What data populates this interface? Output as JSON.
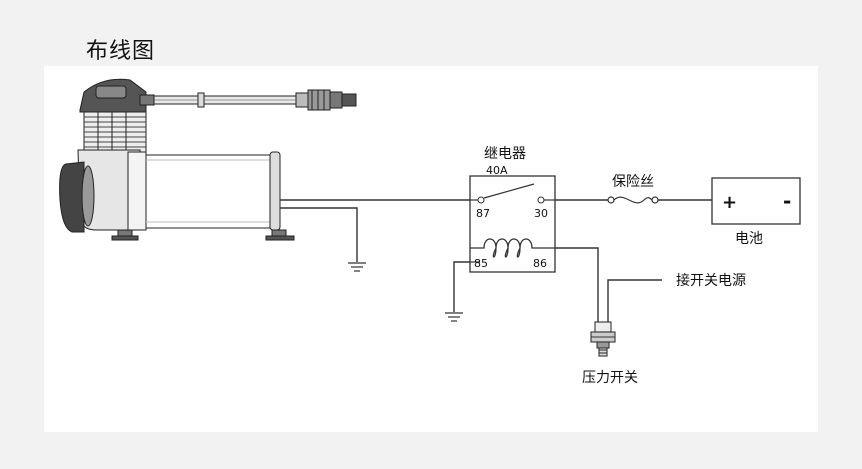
{
  "title": "布线图",
  "labels": {
    "relay": "继电器",
    "relay_rating": "40A",
    "pin_87": "87",
    "pin_30": "30",
    "pin_85": "85",
    "pin_86": "86",
    "fuse": "保险丝",
    "battery": "电池",
    "battery_plus": "+",
    "battery_minus": "-",
    "switch_power": "接开关电源",
    "pressure_switch": "压力开关"
  },
  "colors": {
    "line": "#333333",
    "panel": "#ffffff",
    "background": "#f2f2f2"
  }
}
